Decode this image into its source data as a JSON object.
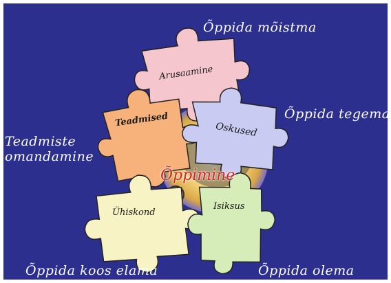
{
  "outer_labels": {
    "moistma": "Õppida mõistma",
    "tegema": "Õppida tegema",
    "teadmiste_line1": "Teadmiste",
    "teadmiste_line2": "omandamine",
    "koos_elama": "Õppida  koos elama",
    "olema": "Õppida olema"
  },
  "pieces": {
    "arusaamine": "Arusaamine",
    "teadmised": "Teadmised",
    "oskused": "Oskused",
    "uhiskond": "Ühiskond",
    "isiksus": "Isiksus"
  },
  "center": "Õppimine",
  "colors": {
    "background": "#2c2f8e",
    "arusaamine": "#f6c6cf",
    "teadmised": "#f6b27a",
    "oskused": "#c9cbf2",
    "uhiskond": "#f8f3c4",
    "isiksus": "#d6ecb9",
    "center_text": "#d9231b"
  }
}
